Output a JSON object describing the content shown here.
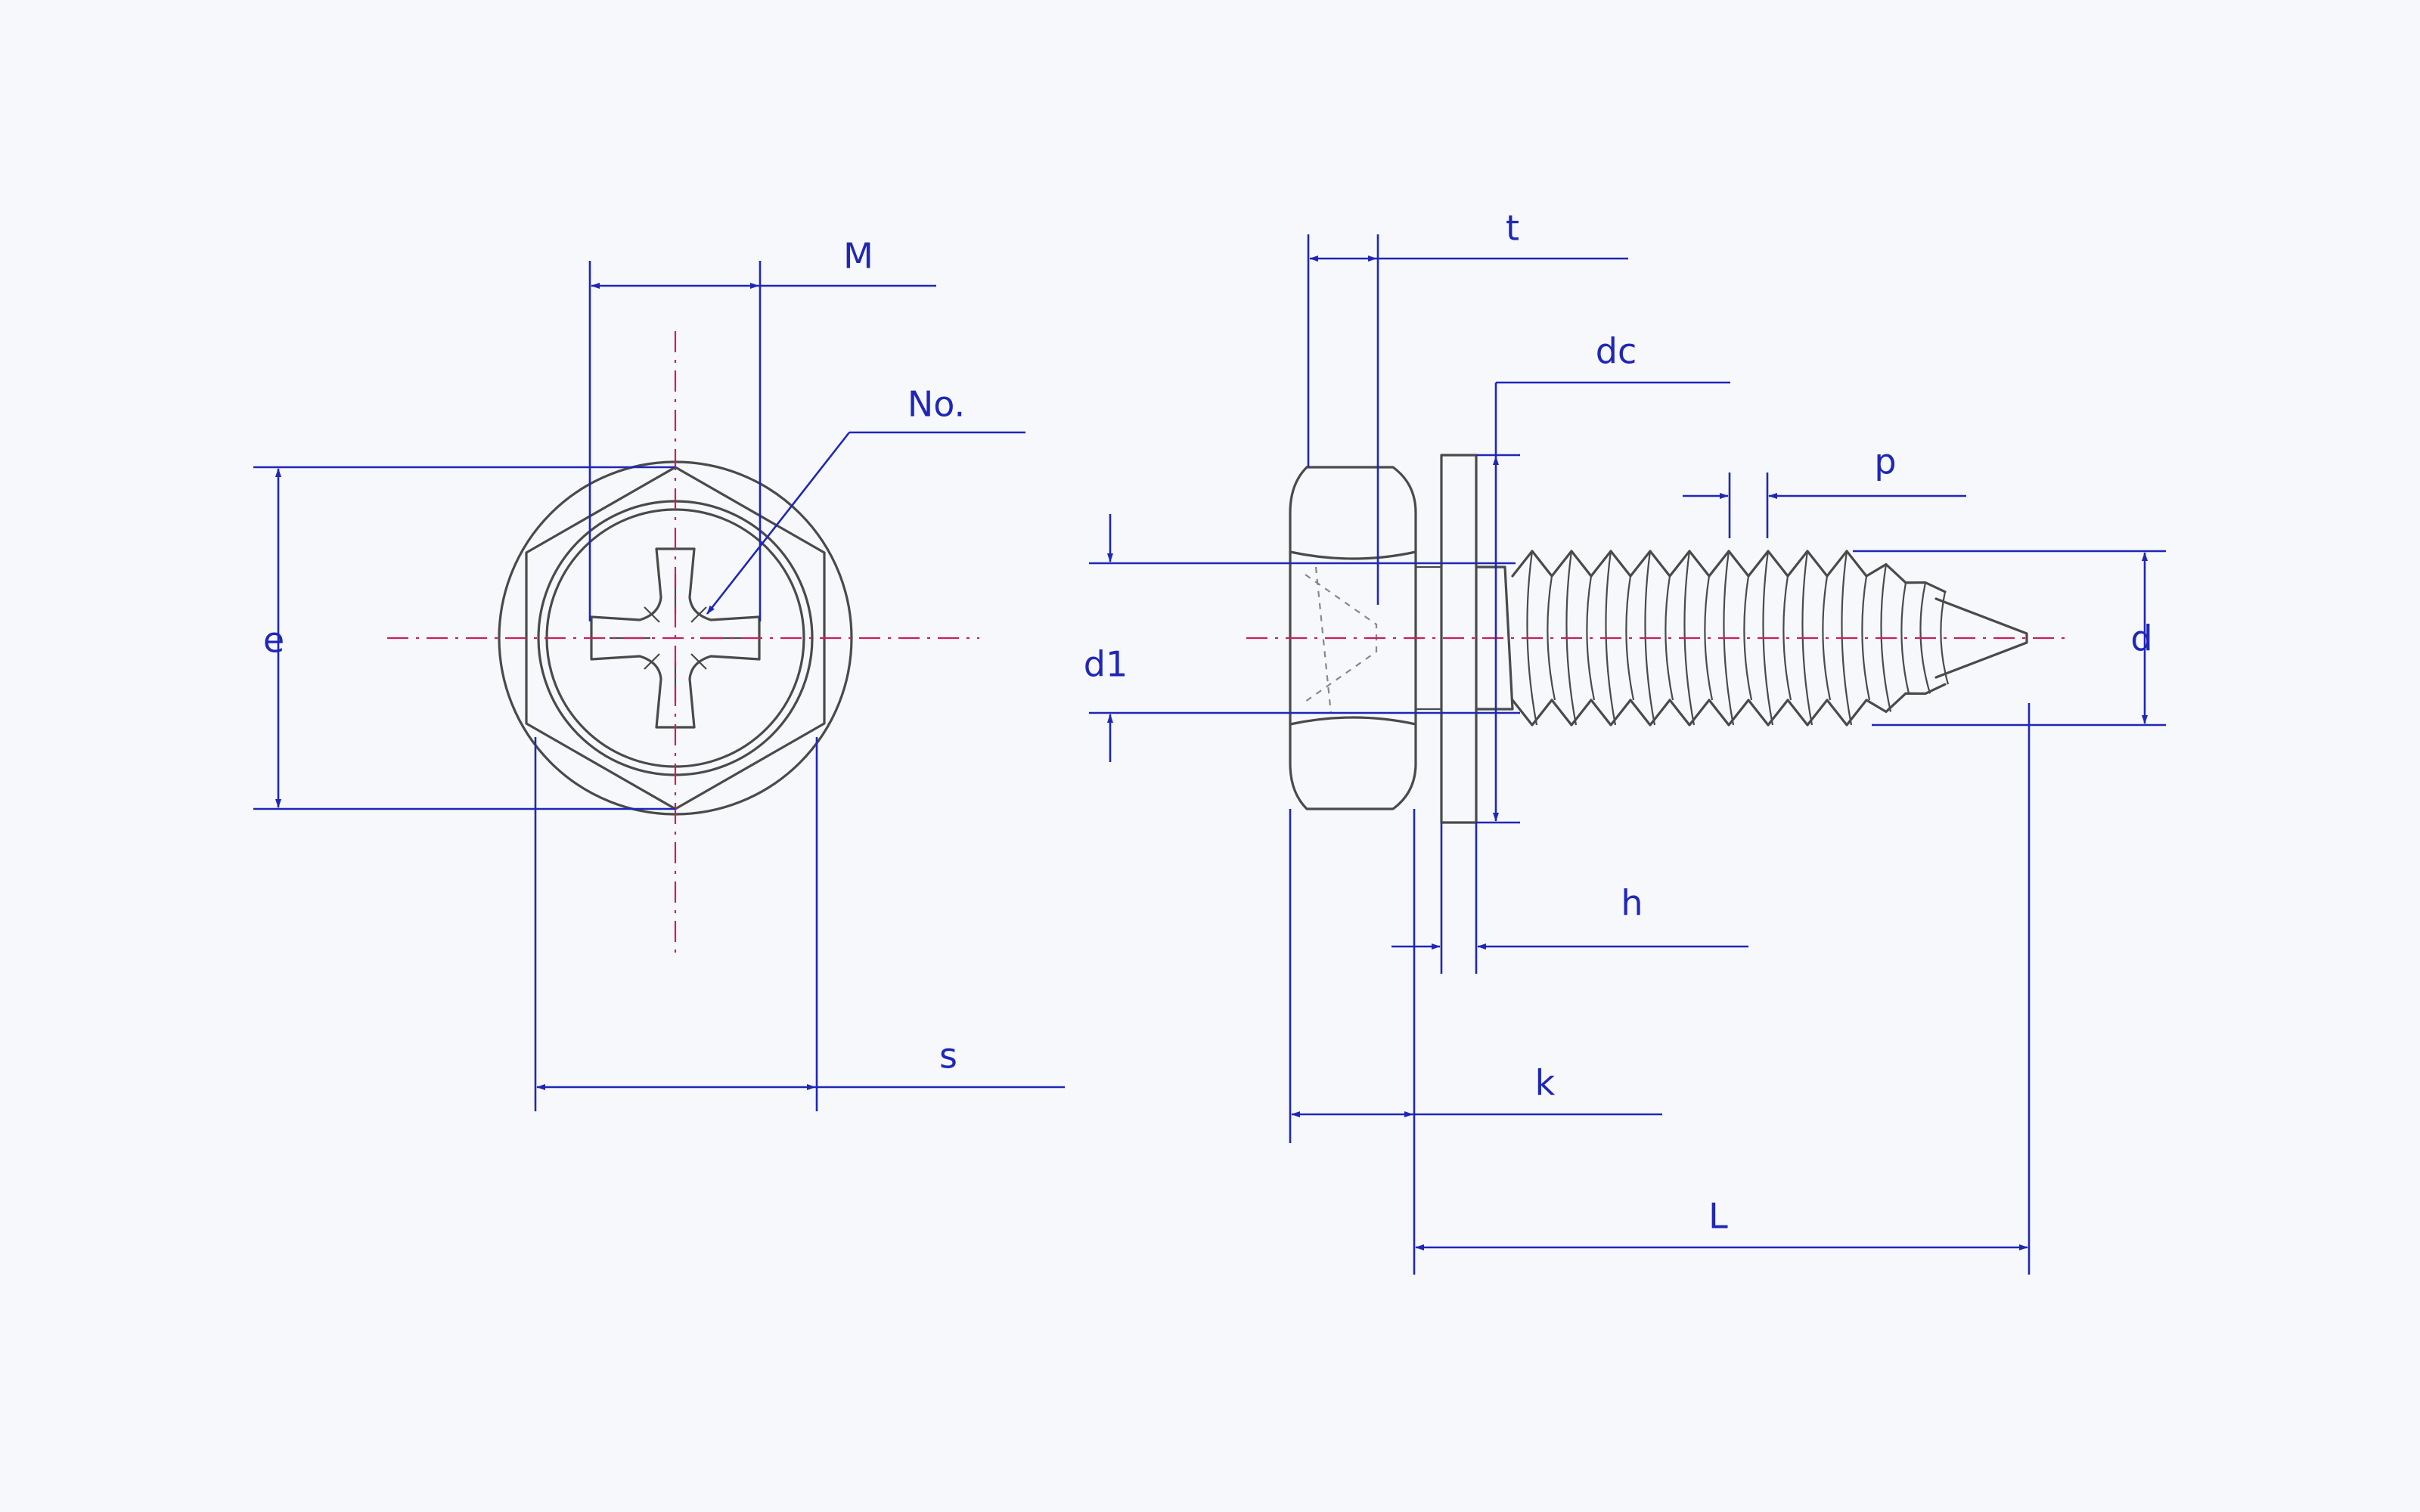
{
  "colors": {
    "background": "#f7f8fb",
    "part_outline": "#4a4a4a",
    "dimension": "#1f27b8",
    "centerline": "#c8205a"
  },
  "labels": {
    "M": "M",
    "No": "No.",
    "e": "e",
    "s": "s",
    "t": "t",
    "dc": "dc",
    "p": "p",
    "d": "d",
    "d1": "d1",
    "h": "h",
    "k": "k",
    "L": "L"
  }
}
